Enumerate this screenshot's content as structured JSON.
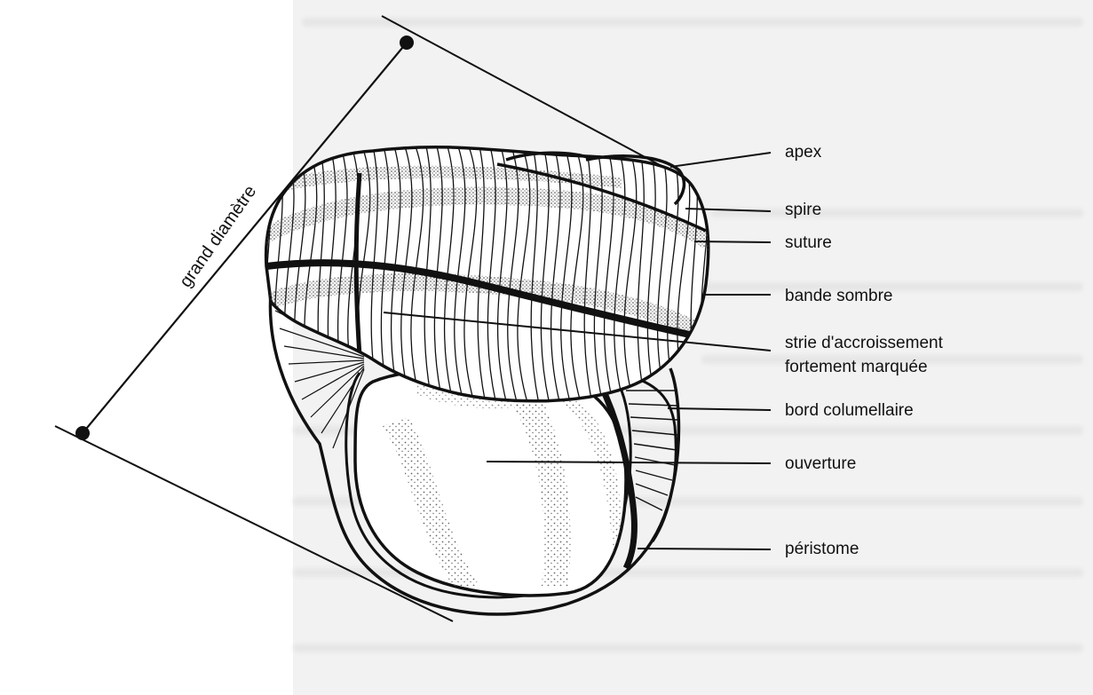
{
  "figure": {
    "dimension_label": "grand diamètre",
    "labels": [
      {
        "id": "apex",
        "text": "apex"
      },
      {
        "id": "spire",
        "text": "spire"
      },
      {
        "id": "suture",
        "text": "suture"
      },
      {
        "id": "bande-sombre",
        "text": "bande sombre"
      },
      {
        "id": "strie-1",
        "text": "strie d'accroissement"
      },
      {
        "id": "strie-2",
        "text": "fortement marquée"
      },
      {
        "id": "bord-columellaire",
        "text": "bord columellaire"
      },
      {
        "id": "ouverture",
        "text": "ouverture"
      },
      {
        "id": "peristome",
        "text": "péristome"
      }
    ]
  },
  "colors": {
    "ink": "#111111",
    "stipple": "#555555",
    "background": "#ffffff",
    "scan_blur": "#e6e6e6"
  }
}
